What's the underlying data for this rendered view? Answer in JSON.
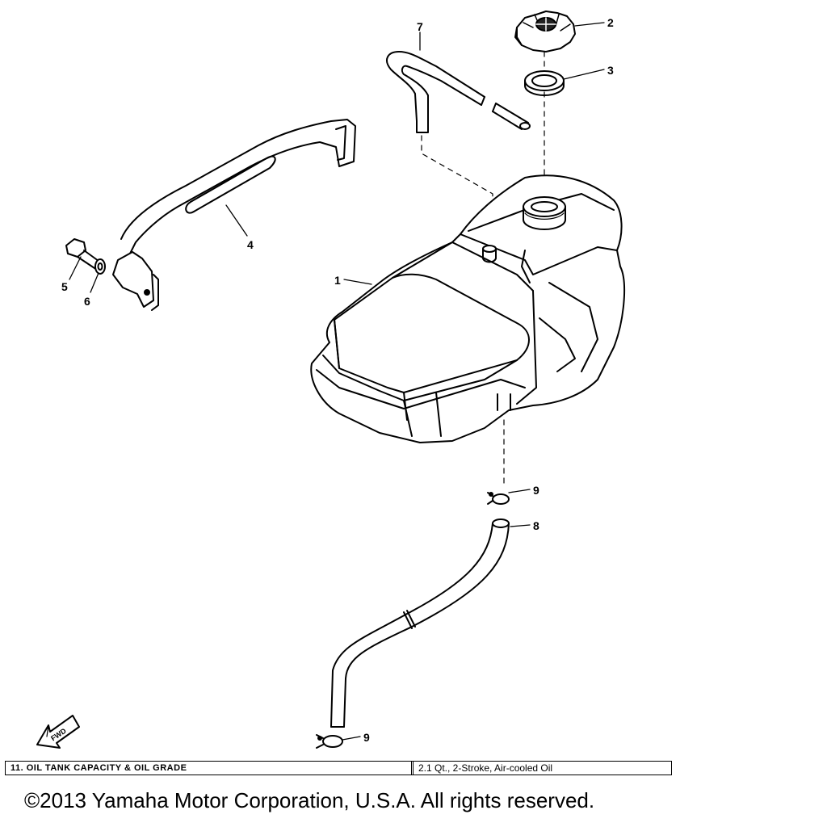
{
  "callouts": {
    "c1": "1",
    "c2": "2",
    "c3": "3",
    "c4": "4",
    "c5": "5",
    "c6": "6",
    "c7": "7",
    "c8": "8",
    "c9a": "9",
    "c9b": "9"
  },
  "fwd_label": "FWD",
  "note": {
    "label": "11.   OIL TANK CAPACITY & OIL GRADE",
    "value": "2.1 Qt., 2-Stroke, Air-cooled Oil"
  },
  "copyright": "©2013 Yamaha Motor Corporation, U.S.A. All rights reserved."
}
